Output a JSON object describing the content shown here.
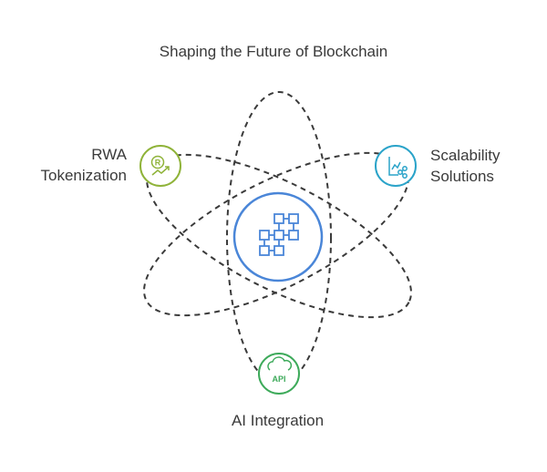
{
  "title": "Shaping the Future of Blockchain",
  "nodes": {
    "rwa": {
      "label": "RWA\nTokenization",
      "color": "#8fb339",
      "icon": "rwa-token-icon"
    },
    "scalability": {
      "label": "Scalability\nSolutions",
      "color": "#2aa3c9",
      "icon": "scalability-chart-icon"
    },
    "ai": {
      "label": "AI Integration",
      "color": "#3daa5a",
      "icon": "api-cloud-icon",
      "icon_text": "API"
    },
    "center": {
      "color": "#4a86d8",
      "icon": "blockchain-blocks-icon"
    }
  },
  "colors": {
    "orbit": "#3a3a3a",
    "text": "#3a3a3a"
  }
}
